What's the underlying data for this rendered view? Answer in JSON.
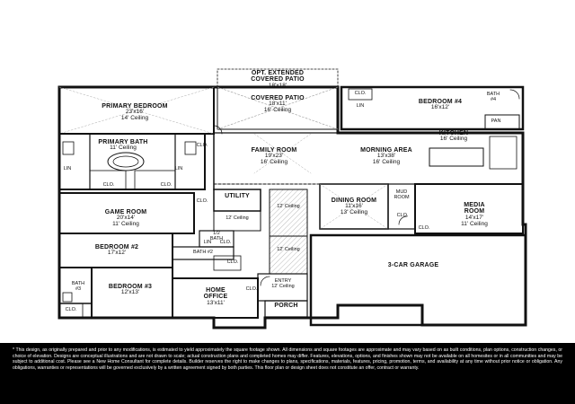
{
  "rooms": {
    "opt_patio": {
      "name1": "OPT. EXTENDED",
      "name2": "COVERED PATIO",
      "dims": "18'x18'"
    },
    "covered_patio": {
      "name": "COVERED PATIO",
      "dims": "18'x11'",
      "ceiling": "16' Ceiling"
    },
    "primary_bedroom": {
      "name": "PRIMARY BEDROOM",
      "dims": "23'x16'",
      "ceiling": "14' Ceiling"
    },
    "bedroom4": {
      "name": "BEDROOM #4",
      "dims": "16'x12'"
    },
    "bath4": {
      "name": "BATH",
      "num": "#4"
    },
    "pan": "PAN",
    "kitchen": {
      "name": "KITCHEN",
      "ceiling": "16' Ceiling"
    },
    "primary_bath": {
      "name": "PRIMARY BATH",
      "ceiling": "11' Ceiling"
    },
    "family_room": {
      "name": "FAMILY ROOM",
      "dims": "19'x23'",
      "ceiling": "16' Ceiling"
    },
    "morning_area": {
      "name": "MORNING AREA",
      "dims": "13'x38'",
      "ceiling": "16' Ceiling"
    },
    "utility": {
      "name": "UTILITY"
    },
    "dining_room": {
      "name": "DINING ROOM",
      "dims": "11'x16'",
      "ceiling": "13' Ceiling"
    },
    "mud_room": {
      "name1": "MUD",
      "name2": "ROOM"
    },
    "media_room": {
      "name1": "MEDIA",
      "name2": "ROOM",
      "dims": "14'x17'",
      "ceiling": "11' Ceiling"
    },
    "game_room": {
      "name": "GAME ROOM",
      "dims": "20'x14'",
      "ceiling": "11' Ceiling"
    },
    "half_bath": {
      "name1": "1/2",
      "name2": "BATH"
    },
    "bedroom2": {
      "name": "BEDROOM #2",
      "dims": "17'x12'"
    },
    "bath2": {
      "name": "BATH #2"
    },
    "three_car_garage": {
      "name": "3-CAR GARAGE"
    },
    "bath3": {
      "name": "BATH",
      "num": "#3"
    },
    "bedroom3": {
      "name": "BEDROOM #3",
      "dims": "12'x13'"
    },
    "home_office": {
      "name1": "HOME",
      "name2": "OFFICE",
      "dims": "13'x11'"
    },
    "entry": {
      "name": "ENTRY",
      "ceiling": "12' Ceiling"
    },
    "porch": {
      "name": "PORCH"
    }
  },
  "labels": {
    "clo": "CLO.",
    "lin": "LIN",
    "ceiling12": "12' Ceiling",
    "ceiling12b": "12' Ceiling",
    "ceiling12c": "12' Ceiling",
    "ceiling12d": "12' Ceiling"
  },
  "disclaimer": "* This design, as originally prepared and prior to any modifications, is estimated to yield approximately the square footage shown. All dimensions and square footages are approximate and may vary based on as built conditions, plan options, construction changes, or choice of elevation. Designs are conceptual illustrations and are not drawn to scale; actual construction plans and completed homes may differ. Features, elevations, options, and finishes shown may not be available on all homesites or in all communities and may be subject to additional cost. Please see a New Home Consultant for complete details. Builder reserves the right to make changes to plans, specifications, materials, features, pricing, promotion, terms, and availability at any time without prior notice or obligation. Any obligations, warranties or representations will be governed exclusively by a written agreement signed by both parties. This floor plan or design sheet does not constitute an offer, contract or warranty."
}
